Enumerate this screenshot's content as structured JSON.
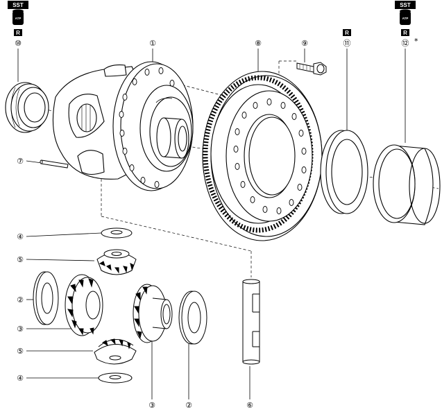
{
  "tags": {
    "sst": "SST",
    "r": "R",
    "atp": "ATP",
    "asterisk": "*"
  },
  "callouts": [
    "①",
    "②",
    "③",
    "④",
    "⑤",
    "⑥",
    "⑦",
    "⑧",
    "⑨",
    "⑩",
    "⑪",
    "⑫"
  ],
  "colors": {
    "line": "#000000",
    "paper": "#ffffff",
    "tag_bg": "#000000"
  },
  "icons": [
    "atp-fluid-can-icon"
  ]
}
